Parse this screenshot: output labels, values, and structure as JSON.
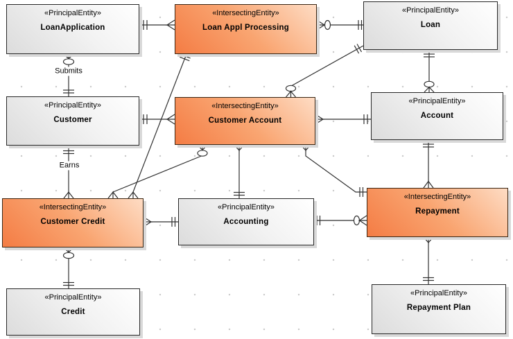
{
  "diagram": {
    "entities": [
      {
        "stereotype": "«PrincipalEntity»",
        "name": "LoanApplication",
        "kind": "principal"
      },
      {
        "stereotype": "«IntersectingEntity»",
        "name": "Loan Appl Processing",
        "kind": "intersecting"
      },
      {
        "stereotype": "«PrincipalEntity»",
        "name": "Loan",
        "kind": "principal"
      },
      {
        "stereotype": "«PrincipalEntity»",
        "name": "Customer",
        "kind": "principal"
      },
      {
        "stereotype": "«IntersectingEntity»",
        "name": "Customer Account",
        "kind": "intersecting"
      },
      {
        "stereotype": "«PrincipalEntity»",
        "name": "Account",
        "kind": "principal"
      },
      {
        "stereotype": "«IntersectingEntity»",
        "name": "Customer Credit",
        "kind": "intersecting"
      },
      {
        "stereotype": "«PrincipalEntity»",
        "name": "Accounting",
        "kind": "principal"
      },
      {
        "stereotype": "«IntersectingEntity»",
        "name": "Repayment",
        "kind": "intersecting"
      },
      {
        "stereotype": "«PrincipalEntity»",
        "name": "Credit",
        "kind": "principal"
      },
      {
        "stereotype": "«PrincipalEntity»",
        "name": "Repayment Plan",
        "kind": "principal"
      }
    ],
    "connector_labels": {
      "submits": "Submits",
      "earns": "Earns"
    },
    "colors": {
      "intersecting_gradient_start": "#f47c44",
      "intersecting_gradient_end": "#fedcc4",
      "principal_gradient_start": "#dcdcdc",
      "principal_gradient_end": "#ffffff",
      "entity_border": "#2b2b2b",
      "connector_line": "#2f2f2f",
      "shadow": "#d9d9d9",
      "grid_dot": "#c9c9c9",
      "background": "#ffffff"
    }
  }
}
